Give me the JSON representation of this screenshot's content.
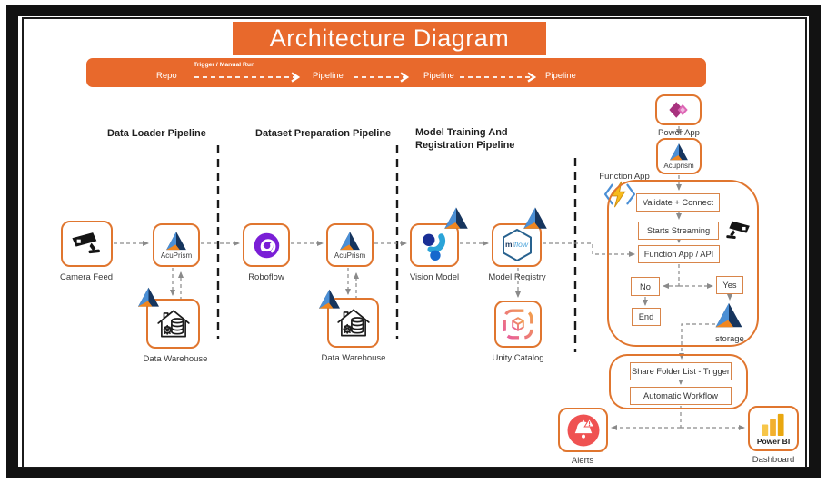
{
  "title": "Architecture Diagram",
  "banner": {
    "repo": "Repo",
    "trigger_label": "Trigger / Manual Run",
    "pipeline1": "Pipeline",
    "pipeline2": "Pipeline",
    "pipeline3": "Pipeline"
  },
  "sections": {
    "data_loader": "Data Loader Pipeline",
    "dataset_prep": "Dataset Preparation Pipeline",
    "model_training": "Model Training And Registration Pipeline"
  },
  "nodes": {
    "camera_feed": "Camera Feed",
    "acuprism_1": "AcuPrism",
    "data_warehouse_1": "Data Warehouse",
    "roboflow": "Roboflow",
    "acuprism_2": "AcuPrism",
    "data_warehouse_2": "Data Warehouse",
    "vision_model": "Vision Model",
    "model_registry": "Model Registry",
    "mlflow_ml": "ml",
    "mlflow_flow": "flow",
    "unity_catalog": "Unity Catalog",
    "power_app": "Power App",
    "acuprism_3": "Acuprism",
    "function_app": "Function App",
    "validate_connect": "Validate + Connect",
    "starts_streaming": "Starts Streaming",
    "function_app_api": "Function App / API",
    "no": "No",
    "yes": "Yes",
    "end": "End",
    "storage": "storage",
    "share_folder": "Share Folder List - Trigger",
    "automatic_workflow": "Automatic Workflow",
    "alerts": "Alerts",
    "power_bi": "Power BI",
    "dashboard": "Dashboard"
  },
  "colors": {
    "orange": "#E8692C",
    "box_border": "#E0762F",
    "connector_gray": "#8A8A8A",
    "divider_black": "#1A1A1A"
  }
}
